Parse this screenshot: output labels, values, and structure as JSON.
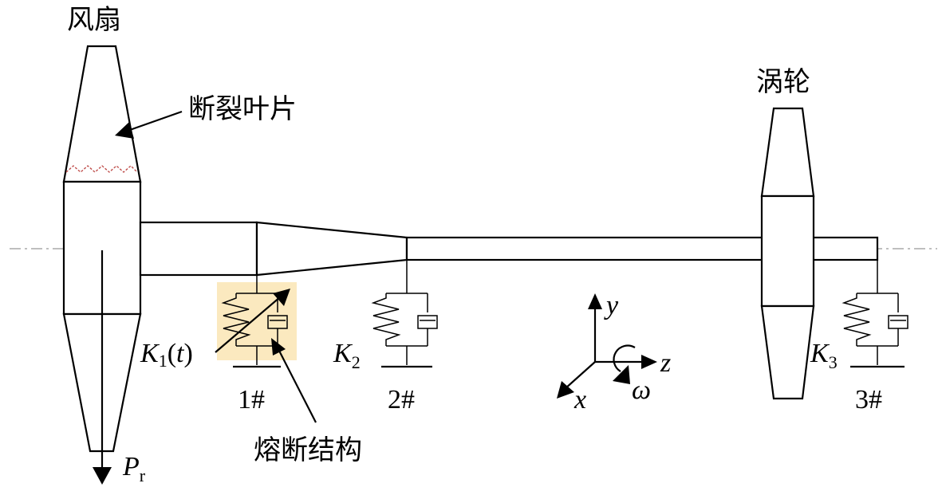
{
  "labels": {
    "fan": "风扇",
    "broken_blade": "断裂叶片",
    "turbine": "涡轮",
    "fuse_structure": "熔断结构",
    "support_1": "1#",
    "support_2": "2#",
    "support_3": "3#",
    "k1": "K",
    "k1_sub": "1",
    "k1_arg": "(",
    "k1_t": "t",
    "k1_close": ")",
    "k2": "K",
    "k2_sub": "2",
    "k3": "K",
    "k3_sub": "3",
    "pr": "P",
    "pr_sub": "r",
    "axis_x": "x",
    "axis_y": "y",
    "axis_z": "z",
    "omega": "ω"
  },
  "colors": {
    "line": "#000000",
    "highlight": "#fbe9bf",
    "fracture": "#c0504d",
    "centerline": "#999999"
  }
}
